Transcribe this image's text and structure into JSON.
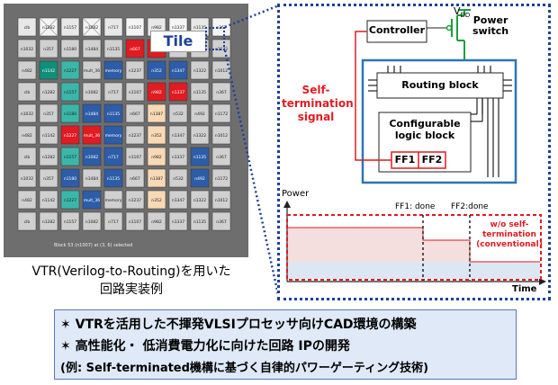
{
  "fpga_layout": {
    "tile_label": "Tile",
    "status_text": "Block 53 (n1007) at (3, 6) selected",
    "cell_labels": [
      "clb",
      "n1282",
      "n1157",
      "n1082",
      "n717",
      "n1107",
      "n982",
      "n1337",
      "n1135",
      "n367",
      "n1032",
      "n357",
      "n1180",
      "n1484",
      "n1135",
      "n667",
      "n1387",
      "n532",
      "n492",
      "n1172",
      "n482",
      "n1142",
      "n1227",
      "mult_36",
      "memory",
      "n1237",
      "n352",
      "n1347",
      "n1322",
      "n1012"
    ],
    "caption_line1": "VTR(Verilog-to-Routing)を用いた",
    "caption_line2": "回路実装例"
  },
  "diagram": {
    "vdd": "V",
    "vdd_sub": "DD",
    "power_switch": [
      "Power",
      "switch"
    ],
    "controller": "Controller",
    "routing_block": "Routing block",
    "logic_block": [
      "Configurable",
      "logic block"
    ],
    "ff1": "FF1",
    "ff2": "FF2",
    "self_termination": [
      "Self-",
      "termination",
      "signal"
    ],
    "power_axis": "Power",
    "time_axis": "Time",
    "ff1_done": "FF1: done",
    "ff2_done": "FF2:done",
    "conventional": [
      "w/o self-",
      "termination",
      "(conventional)"
    ]
  },
  "notes": {
    "line1": "VTRを活用した不揮発VLSIプロセッサ向けCAD環境の構築",
    "line2": "高性能化・ 低消費電力化に向けた回路 IPの開発",
    "line3": "(例: Self-terminated機構に基づく自律的パワーゲーティング技術)",
    "bullet": "✶"
  },
  "colors": {
    "accent_red": "#e11b22",
    "accent_blue": "#1f3f9a",
    "tile_blue": "#2d5da8",
    "tile_red": "#e11b22",
    "tile_green": "#0f8f7a",
    "tile_teal": "#3bb7a9",
    "tile_peach": "#f8d9b6"
  }
}
